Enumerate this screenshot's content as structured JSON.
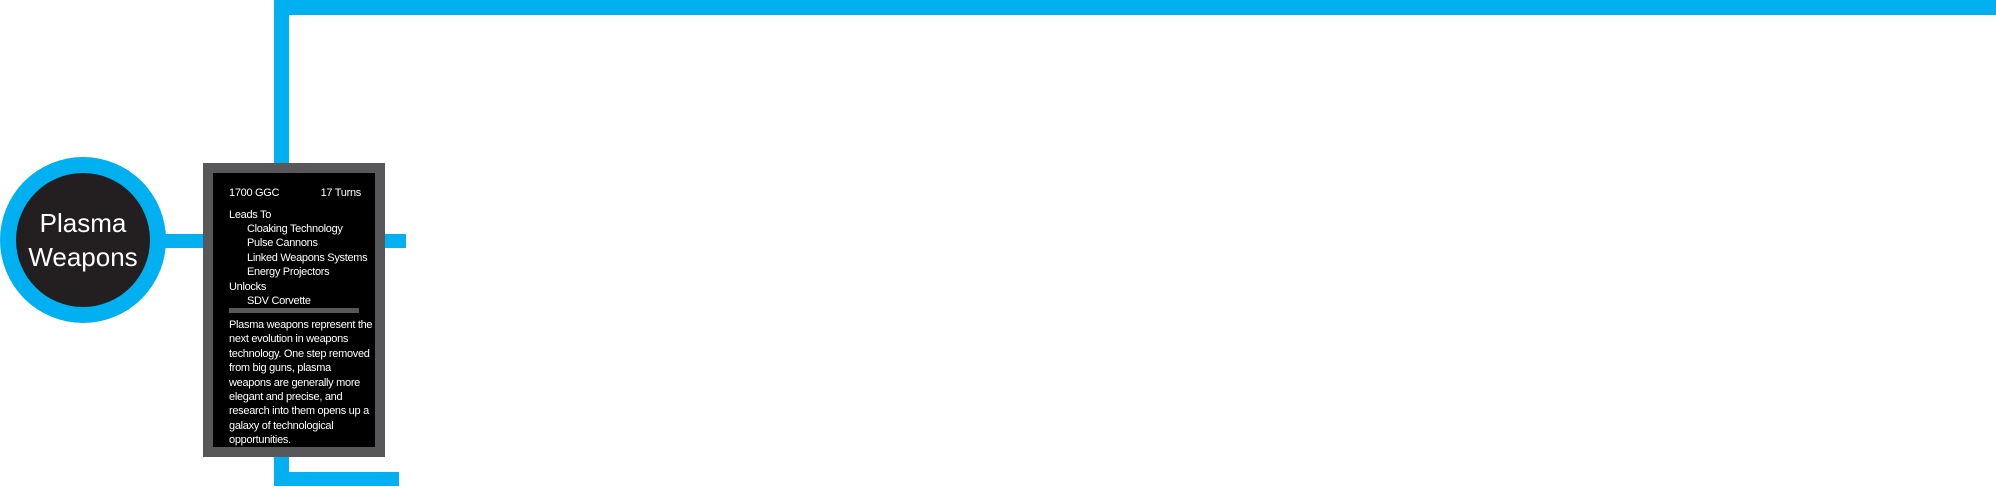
{
  "tech_node": {
    "name_line1": "Plasma",
    "name_line2": "Weapons"
  },
  "tooltip": {
    "cost": "1700 GGC",
    "turns": "17 Turns",
    "leads_to_label": "Leads To",
    "leads_to": [
      "Cloaking Technology",
      "Pulse Cannons",
      "Linked Weapons Systems",
      "Energy Projectors"
    ],
    "unlocks_label": "Unlocks",
    "unlocks": [
      "SDV Corvette"
    ],
    "description": "Plasma weapons represent the next evolution in weapons technology. One step removed from big guns, plasma weapons are generally more elegant and precise, and research into them opens up a galaxy of technological opportunities."
  },
  "colors": {
    "connector": "#00b0f0",
    "node_fill": "#231f20",
    "panel_frame": "#58585a",
    "panel_fill": "#000000",
    "text": "#ffffff"
  }
}
